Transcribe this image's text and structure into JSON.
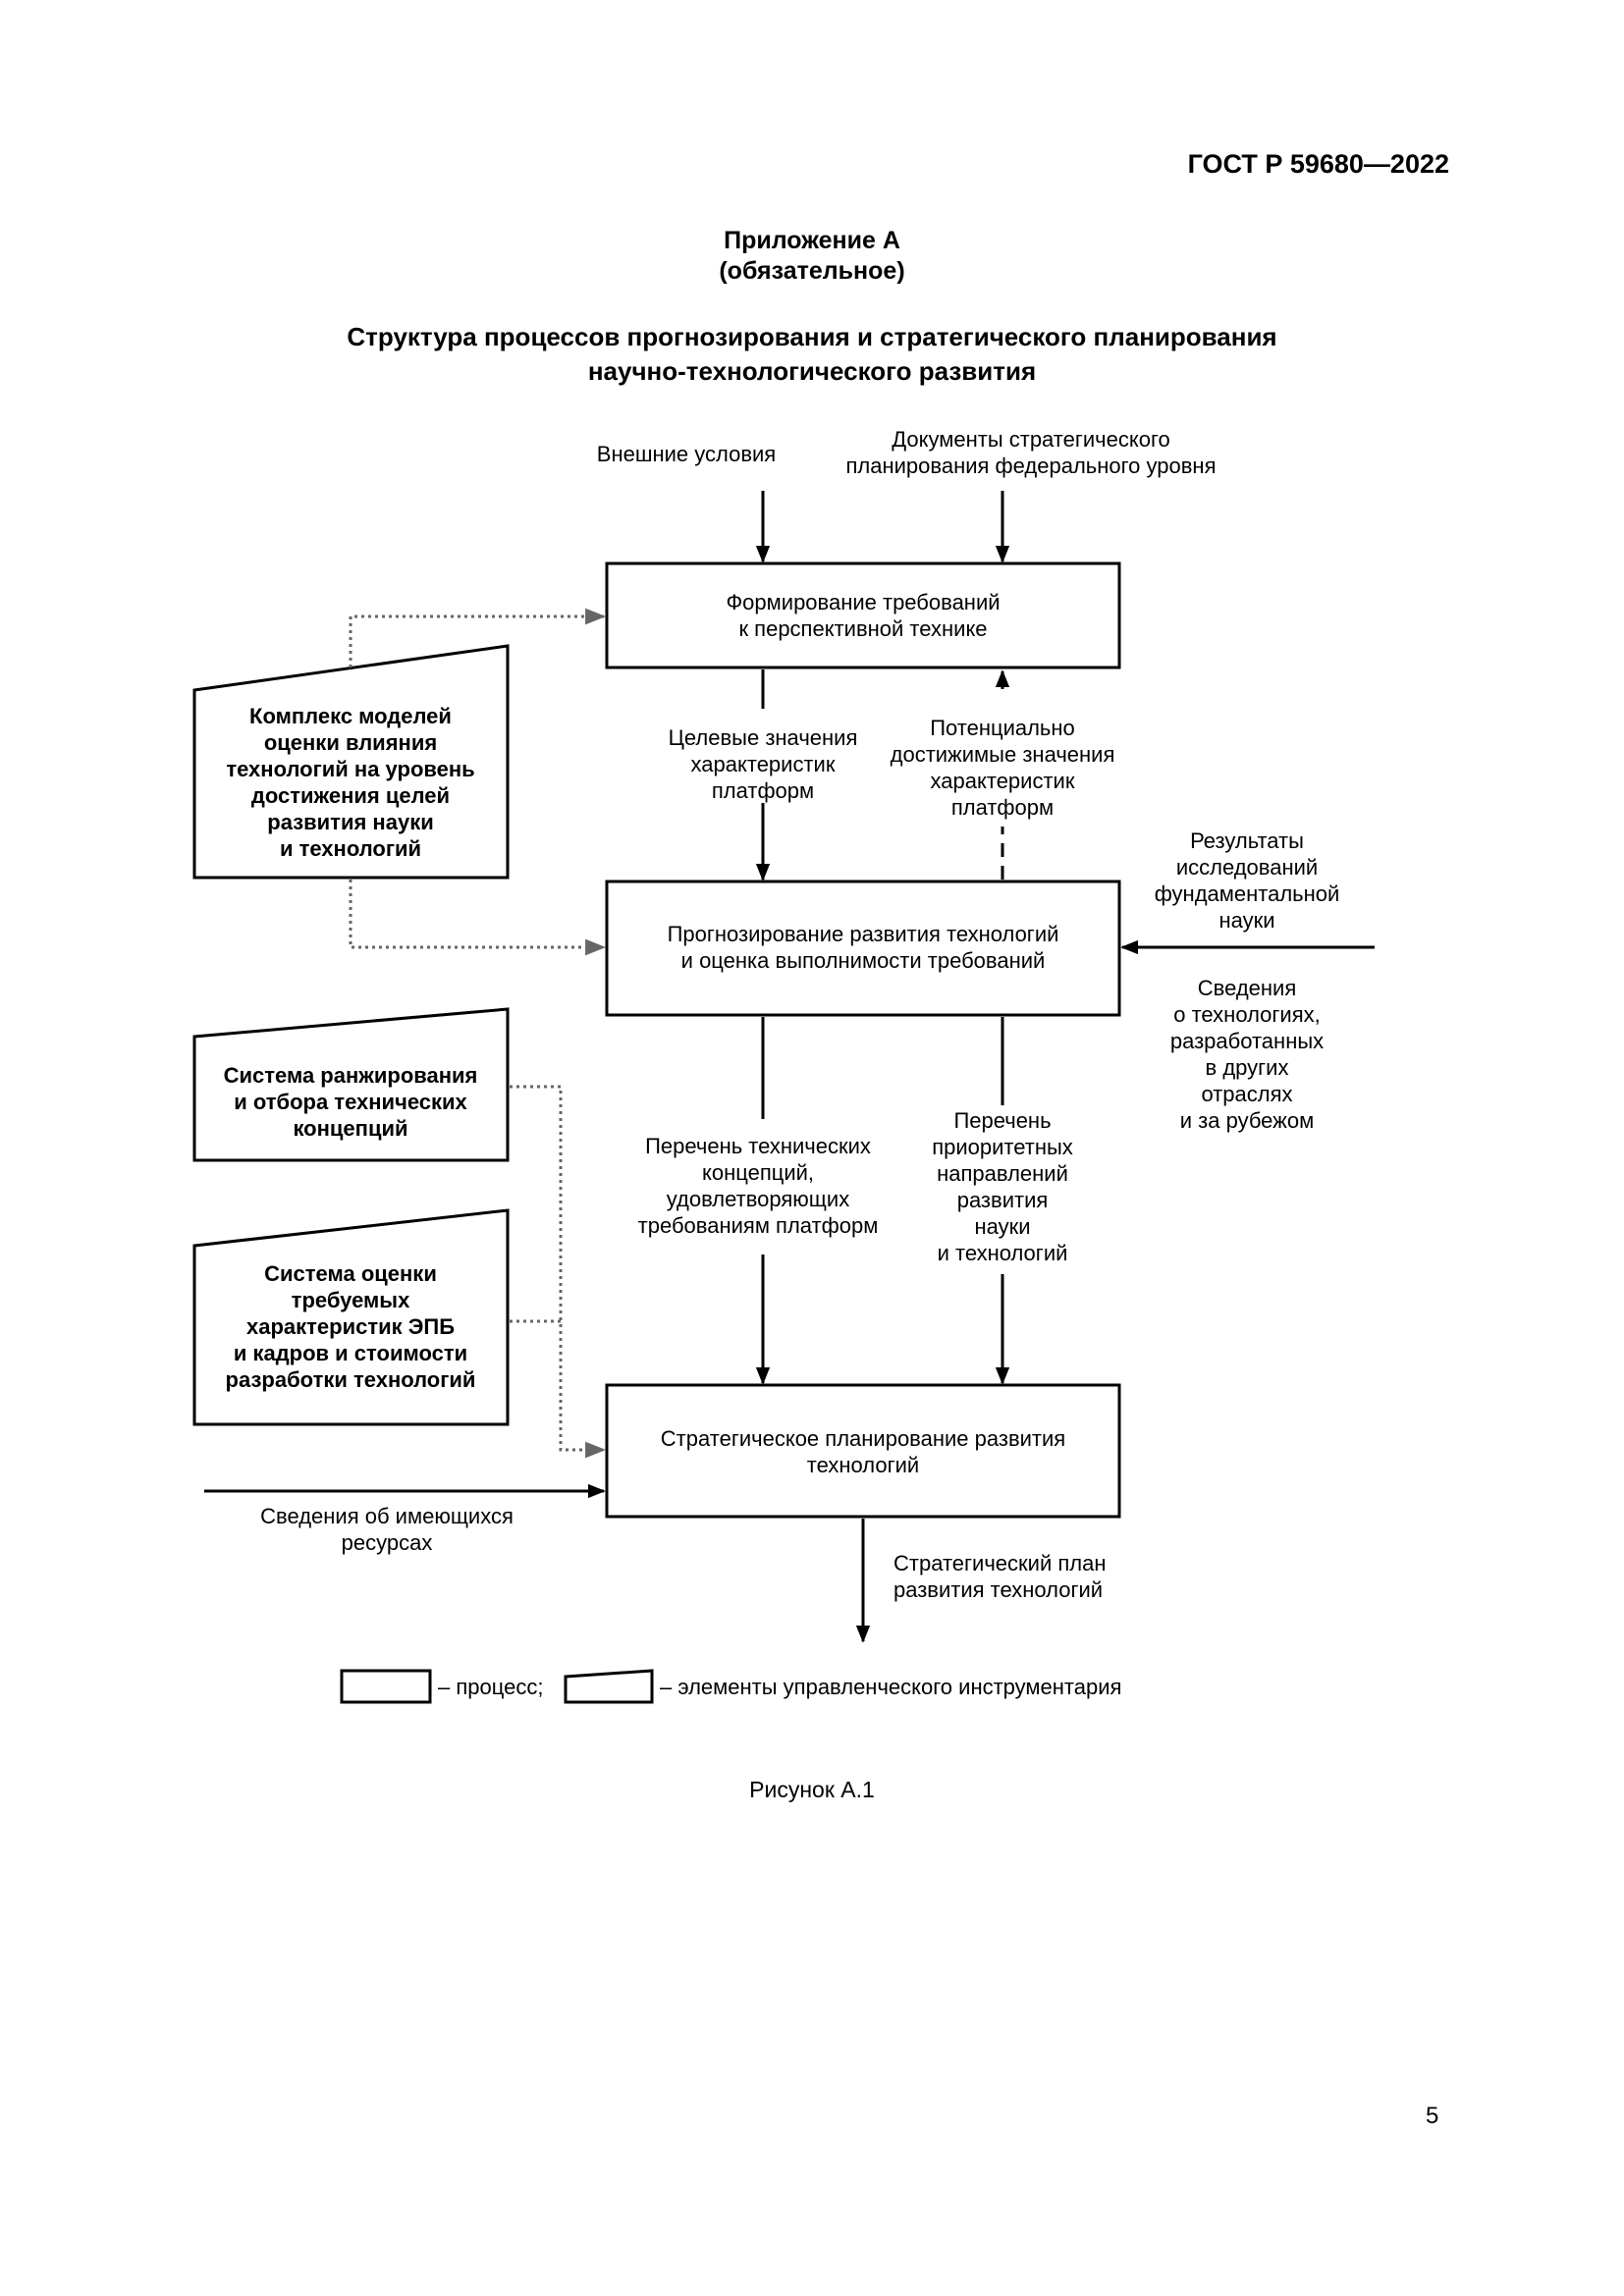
{
  "header": {
    "standard": "ГОСТ Р 59680—2022"
  },
  "appendix": {
    "title": "Приложение А",
    "status": "(обязательное)"
  },
  "figure_title": [
    "Структура процессов прогнозирования и стратегического планирования",
    "научно-технологического развития"
  ],
  "inputs": {
    "external": "Внешние условия",
    "documents": [
      "Документы стратегического",
      "планирования федерального уровня"
    ]
  },
  "processes": {
    "requirements": [
      "Формирование требований",
      "к перспективной технике"
    ],
    "forecasting": [
      "Прогнозирование развития технологий",
      "и оценка выполнимости требований"
    ],
    "planning": [
      "Стратегическое планирование развития",
      "технологий"
    ]
  },
  "tools": {
    "models": [
      "Комплекс моделей",
      "оценки влияния",
      "технологий на уровень",
      "достижения целей",
      "развития науки",
      "и технологий"
    ],
    "ranking": [
      "Система ранжирования",
      "и отбора технических",
      "концепций"
    ],
    "assessment": [
      "Система оценки",
      "требуемых",
      "характеристик ЭПБ",
      "и кадров и стоимости",
      "разработки технологий"
    ]
  },
  "flows": {
    "target_values": [
      "Целевые значения",
      "характеристик",
      "платформ"
    ],
    "potential_values": [
      "Потенциально",
      "достижимые значения",
      "характеристик",
      "платформ"
    ],
    "research_results": [
      "Результаты",
      "исследований",
      "фундаментальной",
      "науки"
    ],
    "tech_info": [
      "Сведения",
      "о технологиях,",
      "разработанных",
      "в других",
      "отраслях",
      "и за рубежом"
    ],
    "concepts_list": [
      "Перечень технических",
      "концепций,",
      "удовлетворяющих",
      "требованиям платформ"
    ],
    "priorities_list": [
      "Перечень",
      "приоритетных",
      "направлений",
      "развития",
      "науки",
      "и технологий"
    ],
    "resources": [
      "Сведения об имеющихся",
      "ресурсах"
    ],
    "strategic_plan": [
      "Стратегический план",
      "развития технологий"
    ]
  },
  "legend": {
    "process": "– процесс;",
    "tools": "– элементы управленческого инструментария"
  },
  "caption": "Рисунок А.1",
  "page_number": "5"
}
